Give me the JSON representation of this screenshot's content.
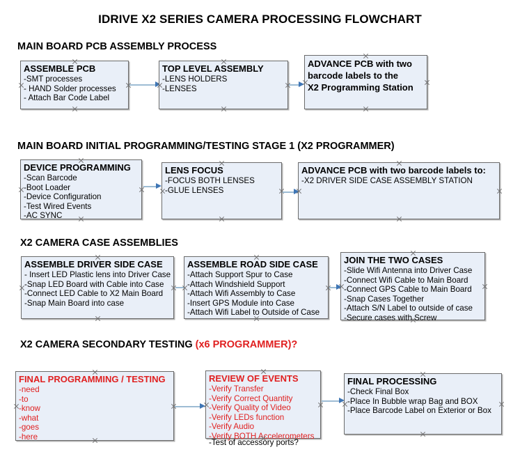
{
  "title": "IDRIVE X2  SERIES CAMERA PROCESSING FLOWCHART",
  "sections": [
    {
      "id": "main-board-pcb-assembly",
      "header": "MAIN BOARD PCB ASSEMBLY PROCESS",
      "header_red": ""
    },
    {
      "id": "main-board-initial-programming",
      "header": "MAIN BOARD INITIAL PROGRAMMING/TESTING STAGE 1 (X2 PROGRAMMER)",
      "header_red": ""
    },
    {
      "id": "x2-camera-case-assemblies",
      "header": "X2 CAMERA CASE ASSEMBLIES",
      "header_red": ""
    },
    {
      "id": "x2-camera-secondary-testing",
      "header": "X2 CAMERA SECONDARY TESTING ",
      "header_red": "(x6 PROGRAMMER)?"
    }
  ],
  "boxes": {
    "assemble_pcb": {
      "title": "ASSEMBLE PCB",
      "lines": [
        "-SMT processes",
        "- HAND Solder processes",
        "- Attach Bar Code Label"
      ]
    },
    "top_level_assembly": {
      "title": "TOP LEVEL ASSEMBLY",
      "lines": [
        "-LENS HOLDERS",
        "-LENSES"
      ]
    },
    "advance_pcb_station": {
      "title": "",
      "lines": [
        "ADVANCE PCB with two",
        "barcode labels to the",
        " X2 Programming Station"
      ]
    },
    "device_programming": {
      "title": "DEVICE PROGRAMMING",
      "lines": [
        "-Scan Barcode",
        "-Boot Loader",
        "-Device Configuration",
        "-Test Wired Events",
        "-AC SYNC"
      ]
    },
    "lens_focus": {
      "title": "LENS FOCUS",
      "lines": [
        "-FOCUS BOTH LENSES",
        "-GLUE LENSES"
      ]
    },
    "advance_pcb_driver_side": {
      "title": "ADVANCE PCB with two barcode labels to:",
      "lines": [
        "-X2 DRIVER  SIDE  CASE  ASSEMBLY STATION"
      ]
    },
    "assemble_driver_side_case": {
      "title": "ASSEMBLE DRIVER SIDE CASE",
      "lines": [
        "- Insert LED Plastic lens into Driver Case",
        "-Snap LED Board with Cable into Case",
        "-Connect LED Cable to X2 Main Board",
        "-Snap Main Board into case"
      ]
    },
    "assemble_road_side_case": {
      "title": "ASSEMBLE ROAD SIDE CASE",
      "lines": [
        "-Attach Support Spur to Case",
        "-Attach Windshield Support",
        "-Attach Wifi Assembly to Case",
        "-Insert GPS Module into Case",
        "-Attach Wifi Label to Outside of Case"
      ]
    },
    "join_the_two_cases": {
      "title": "JOIN THE TWO CASES",
      "lines": [
        "-Slide Wifi Antenna into Driver Case",
        "-Connect Wifi Cable to Main Board",
        "-Connect GPS Cable to Main Board",
        "-Snap Cases Together",
        "-Attach S/N Label to outside of case",
        "-Secure cases with Screw"
      ]
    },
    "final_programming_testing": {
      "title": "FINAL PROGRAMMING / TESTING",
      "lines": [
        "-need",
        "-to",
        "-know",
        "-what",
        "-goes",
        "-here"
      ]
    },
    "review_of_events": {
      "title": "REVIEW OF EVENTS",
      "lines": [
        "-Verify Transfer",
        "-Verify Correct Quantity",
        "-Verify Quality of Video",
        "-Verify LEDs function",
        "-Verify Audio",
        "-Verify BOTH Accelerometers"
      ],
      "overflow_line": "-Test of accessory ports?"
    },
    "final_processing": {
      "title": "FINAL PROCESSING",
      "lines": [
        " -Check Final Box",
        "-Place In Bubble wrap Bag and BOX",
        "-Place Barcode Label on Exterior or Box"
      ]
    }
  },
  "colors": {
    "box_fill": "#e9eff8",
    "box_border": "#6a6a6a",
    "arrow_shaft": "#9dbcd4",
    "arrow_head": "#3f76b5",
    "red_text": "#e02020",
    "text": "#000000"
  }
}
